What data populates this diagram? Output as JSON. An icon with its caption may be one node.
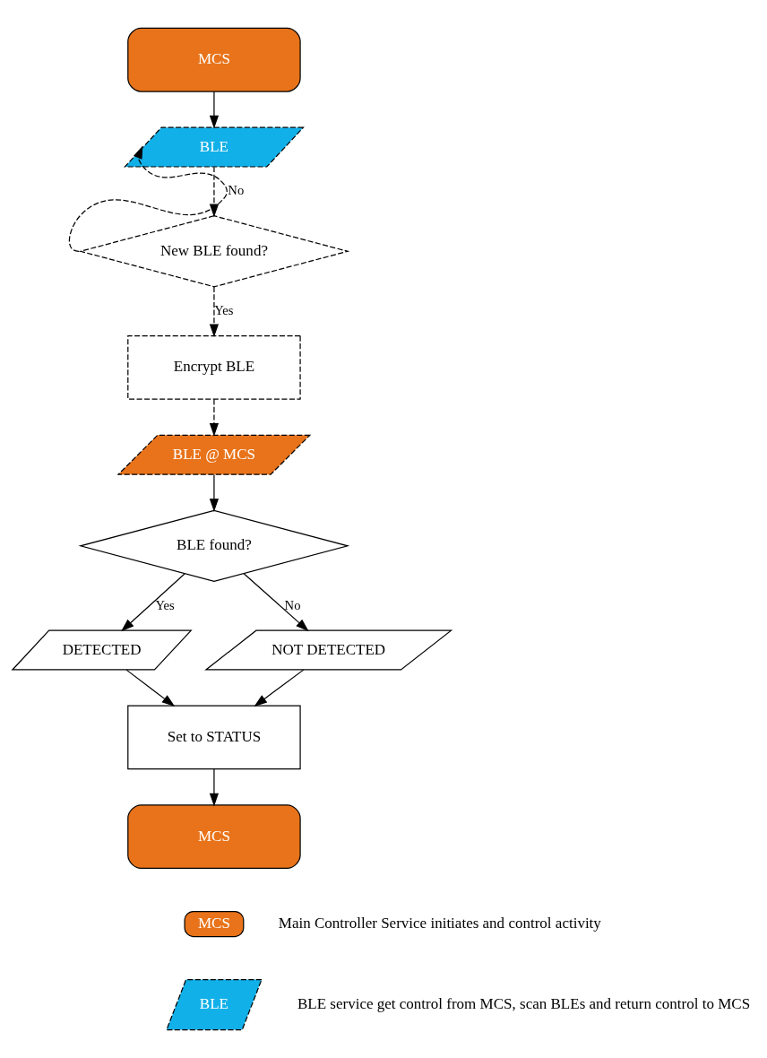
{
  "diagram": {
    "nodes": [
      {
        "text": [
          "MCS"
        ]
      },
      {
        "text": [
          "BLE"
        ]
      },
      {
        "text": [
          "New BLE found?"
        ]
      },
      {
        "text": [
          "Encrypt BLE"
        ]
      },
      {
        "text": [
          "BLE @ MCS"
        ]
      },
      {
        "text": [
          "BLE found?"
        ]
      },
      {
        "text": [
          "DETECTED"
        ]
      },
      {
        "text": [
          "NOT DETECTED"
        ]
      },
      {
        "text": [
          "Set to STATUS"
        ]
      },
      {
        "text": [
          "MCS"
        ]
      },
      {
        "text": [
          "MCS"
        ],
        "beside": [
          "Main Controller Service initiates and control activity"
        ]
      },
      {
        "text": [
          "BLE"
        ],
        "beside": [
          "BLE service get control from MCS, scan BLEs and return control to MCS"
        ]
      }
    ],
    "edges": [
      {
        "from": 0,
        "to": 1,
        "arrow": "to"
      },
      {
        "from": 1,
        "to": 2,
        "arrow": "to",
        "style": "dashed"
      },
      {
        "from": 2,
        "to": 1,
        "arrow": "to",
        "style": "dashed",
        "label": "No"
      },
      {
        "from": 2,
        "to": 3,
        "arrow": "to",
        "style": "dashed",
        "label": "Yes"
      },
      {
        "from": 3,
        "to": 4,
        "arrow": "to",
        "style": "dashed"
      },
      {
        "from": 4,
        "to": 5,
        "arrow": "to"
      },
      {
        "from": 5,
        "to": 6,
        "arrow": "to",
        "label": "Yes"
      },
      {
        "from": 5,
        "to": 7,
        "arrow": "to",
        "label": "No"
      },
      {
        "from": 6,
        "to": 8,
        "arrow": "to"
      },
      {
        "from": 7,
        "to": 8,
        "arrow": "to"
      },
      {
        "from": 8,
        "to": 9,
        "arrow": "to"
      }
    ]
  }
}
